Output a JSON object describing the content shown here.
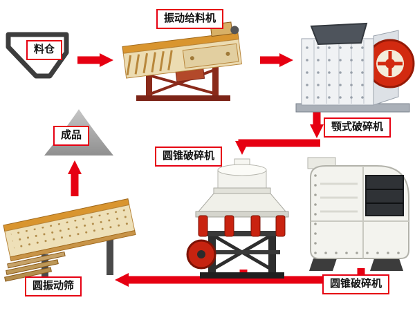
{
  "nodes": {
    "silo": {
      "label": "料仓"
    },
    "feeder": {
      "label": "振动给料机"
    },
    "jaw_crusher": {
      "label": "颚式破碎机"
    },
    "cone_crusher": {
      "label": "圆锥破碎机"
    },
    "impact_crusher": {
      "label": "圆锥破碎机"
    },
    "vibrating_screen": {
      "label": "圆振动筛"
    },
    "product": {
      "label": "成品"
    }
  },
  "colors": {
    "arrow_red": "#e60012",
    "label_border": "#e60012",
    "label_bg": "#ffffff",
    "label_text": "#111111",
    "background": "#ffffff"
  }
}
